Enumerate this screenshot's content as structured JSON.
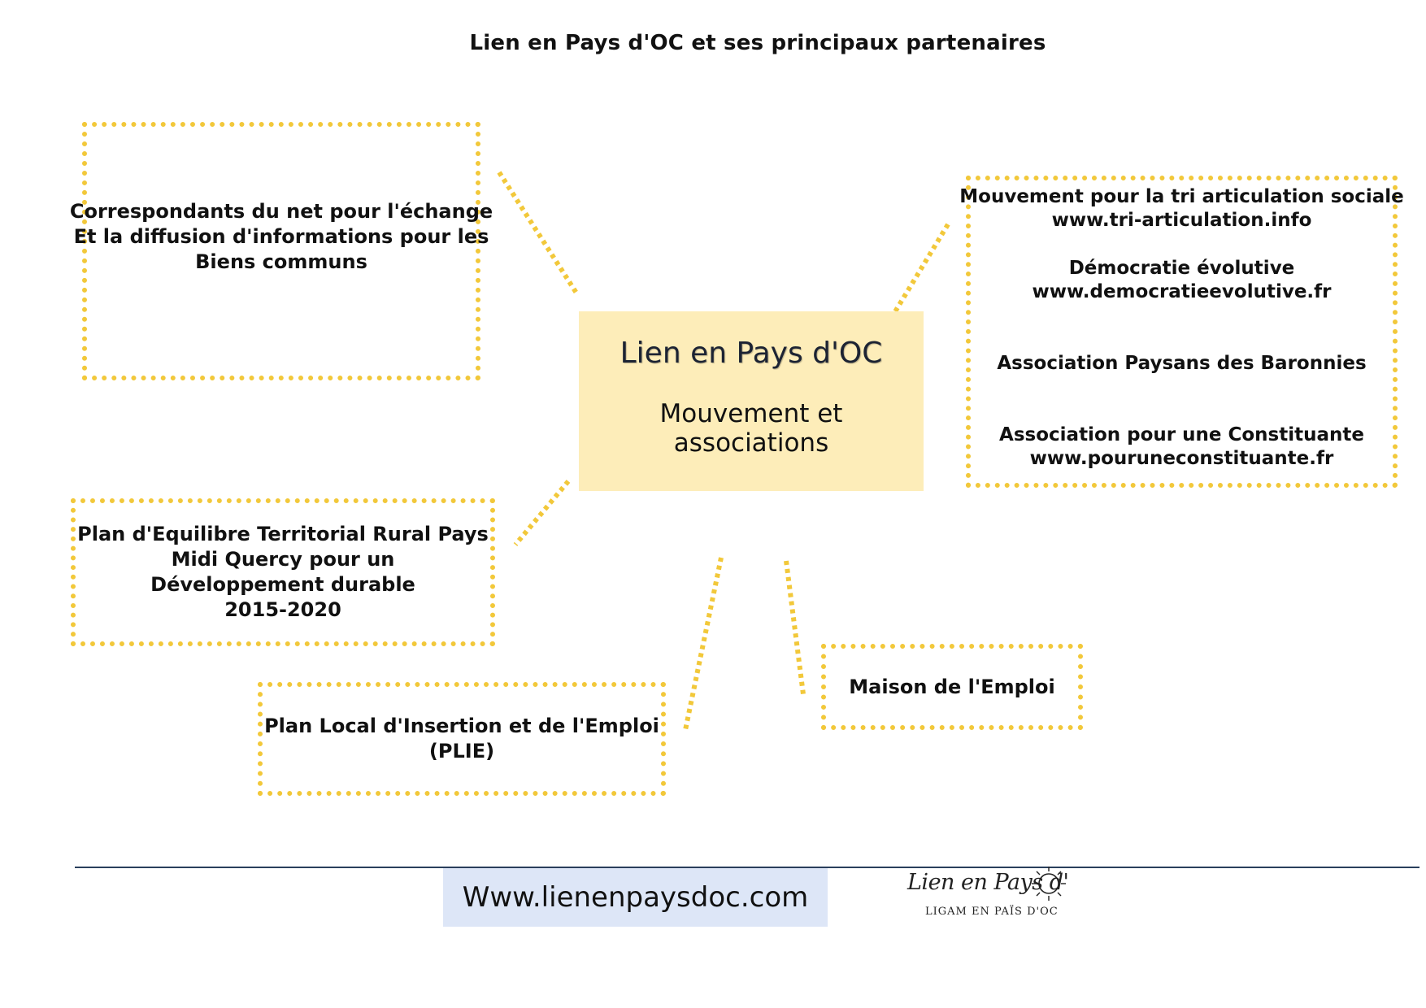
{
  "diagram": {
    "title": "Lien en Pays d'OC et ses principaux partenaires",
    "center": {
      "title": "Lien en Pays d'OC",
      "subtitle": "Mouvement et associations"
    },
    "correspondants": {
      "lines": [
        "Correspondants du net pour l'échange",
        "Et la diffusion d'informations pour les",
        "Biens communs"
      ]
    },
    "partners": {
      "tri_articulation": {
        "name": "Mouvement pour la tri articulation sociale",
        "url": "www.tri-articulation.info"
      },
      "democratie": {
        "name": "Démocratie évolutive",
        "url": "www.democratieevolutive.fr"
      },
      "paysans": {
        "name": "Association Paysans des Baronnies"
      },
      "constituante": {
        "name": "Association pour une Constituante",
        "url": "www.pouruneconstituante.fr"
      }
    },
    "petr": {
      "lines": [
        "Plan d'Equilibre Territorial Rural Pays",
        "Midi Quercy pour un",
        "Développement durable",
        "2015-2020"
      ]
    },
    "plie": {
      "lines": [
        "Plan Local d'Insertion et de l'Emploi",
        "(PLIE)"
      ]
    },
    "maison_emploi": {
      "label": "Maison de l'Emploi"
    },
    "footer": {
      "website": "Www.lienenpaysdoc.com",
      "logo_text": "Lien en Pays d'",
      "logo_subtext": "LIGAM EN PAÏS D'OC"
    },
    "colors": {
      "dotted_border": "#f2c83a",
      "center_fill": "#fdedb9",
      "website_fill": "#dde6f7",
      "rule": "#2a3f5c"
    }
  }
}
